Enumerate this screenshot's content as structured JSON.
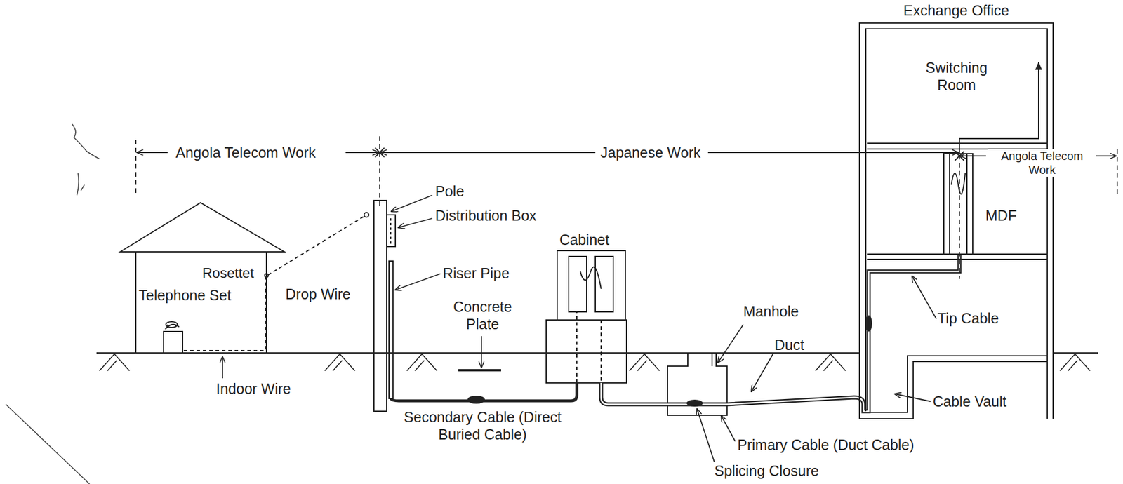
{
  "diagram": {
    "nodes": [
      {
        "text": [
          "Exchange Office"
        ]
      },
      {
        "text": [
          "Switching Room"
        ],
        "in": 0
      }
    ],
    "labels": [
      "Angola Telecom Work",
      "Japanese Work",
      "Angola Telecom Work",
      "Pole",
      "Distribution Box",
      "Rosettet",
      "Telephone Set",
      "Drop Wire",
      "Riser Pipe",
      "Concrete Plate",
      "Cabinet",
      "Manhole",
      "Duct",
      "Tip Cable",
      "Cable Vault",
      "MDF",
      "Indoor Wire",
      "Secondary Cable (Direct Buried Cable)",
      "Primary Cable (Duct Cable)",
      "Splicing Closure"
    ]
  }
}
